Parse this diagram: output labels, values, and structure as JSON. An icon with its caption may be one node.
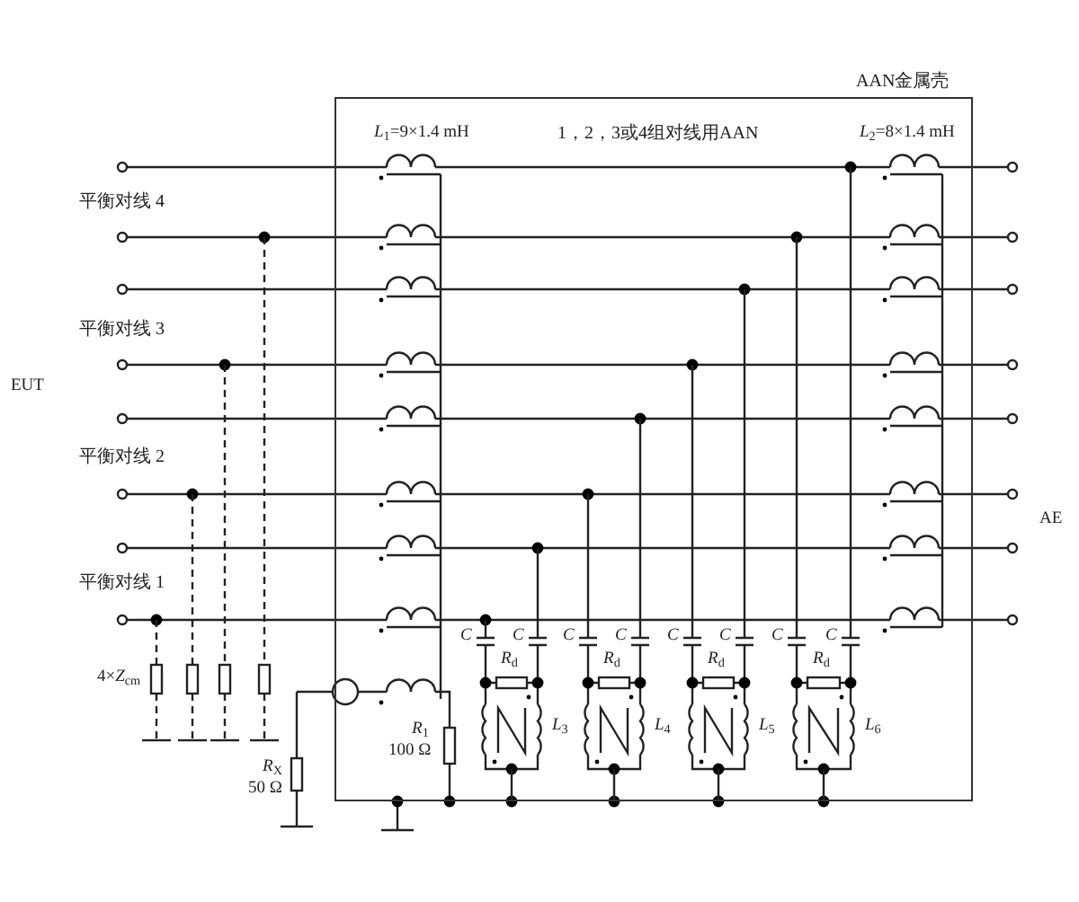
{
  "diagram": {
    "nodes": [
      {
        "text": [
          "AAN金属壳",
          "1，2，3或4组对线用AAN"
        ]
      }
    ],
    "labels": [
      "*L*$_{1}$=9×1.4 mH",
      "*L*$_{2}$=8×1.4 mH",
      "平衡对线 4",
      "平衡对线 3",
      "EUT",
      "平衡对线 2",
      "AE",
      "平衡对线 1",
      "*C*",
      "*C*",
      "*C*",
      "*C*",
      "*C*",
      "*C*",
      "*C*",
      "*C*",
      "*R*$_{d}$",
      "*R*$_{d}$",
      "*R*$_{d}$",
      "*R*$_{d}$",
      "4×*Z*$_{cm}$",
      "*R*$_{1}$",
      "*L*$_{3}$",
      "*L*$_{4}$",
      "*L*$_{5}$",
      "*L*$_{6}$",
      "100 Ω",
      "*R*$_{X}$",
      "50 Ω"
    ]
  }
}
